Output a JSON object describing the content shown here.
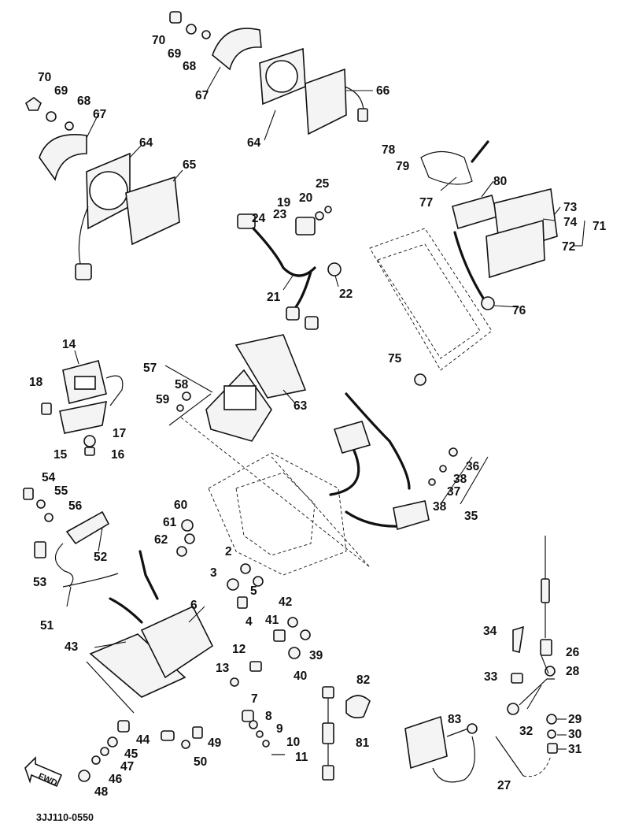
{
  "diagram_code": "3JJ110-0550",
  "fwd_label": "FWD",
  "callouts": [
    "70",
    "69",
    "68",
    "67",
    "64",
    "66",
    "70",
    "69",
    "68",
    "67",
    "64",
    "65",
    "78",
    "79",
    "77",
    "80",
    "73",
    "74",
    "71",
    "72",
    "25",
    "20",
    "19",
    "24",
    "23",
    "21",
    "22",
    "76",
    "14",
    "18",
    "17",
    "15",
    "16",
    "57",
    "58",
    "59",
    "63",
    "75",
    "36",
    "38",
    "37",
    "38",
    "35",
    "54",
    "55",
    "56",
    "52",
    "53",
    "51",
    "60",
    "61",
    "62",
    "2",
    "3",
    "5",
    "4",
    "42",
    "41",
    "39",
    "40",
    "6",
    "43",
    "12",
    "13",
    "7",
    "8",
    "9",
    "10",
    "11",
    "34",
    "26",
    "33",
    "28",
    "29",
    "30",
    "31",
    "32",
    "82",
    "83",
    "81",
    "27",
    "44",
    "45",
    "47",
    "46",
    "48",
    "49",
    "50"
  ]
}
